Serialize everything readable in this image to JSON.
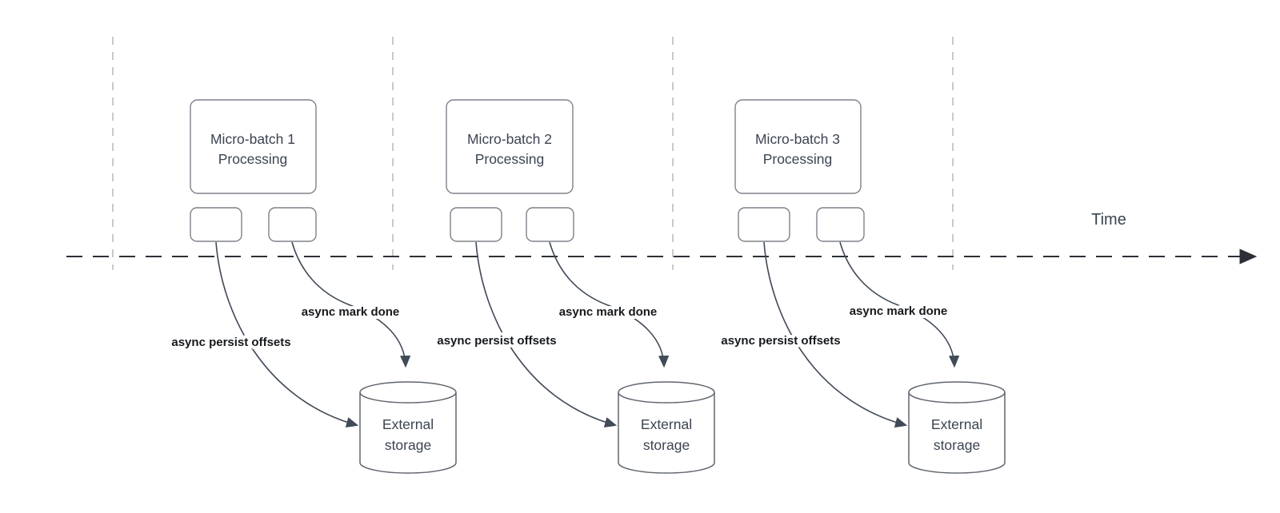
{
  "diagram": {
    "time_axis": {
      "label": "Time"
    },
    "colors": {
      "line": "#414a57",
      "timeline": "#2c3036",
      "gridline": "#aaadb2",
      "box_border": "#7d828a",
      "cyl_border": "#60666f",
      "text": "#3b4450",
      "label_text": "#16191d"
    },
    "batches": [
      {
        "title_line1": "Micro-batch 1",
        "title_line2": "Processing",
        "persist_label": "async persist offsets",
        "done_label": "async mark done",
        "storage_line1": "External",
        "storage_line2": "storage"
      },
      {
        "title_line1": "Micro-batch 2",
        "title_line2": "Processing",
        "persist_label": "async persist offsets",
        "done_label": "async mark done",
        "storage_line1": "External",
        "storage_line2": "storage"
      },
      {
        "title_line1": "Micro-batch 3",
        "title_line2": "Processing",
        "persist_label": "async persist offsets",
        "done_label": "async mark done",
        "storage_line1": "External",
        "storage_line2": "storage"
      }
    ]
  }
}
